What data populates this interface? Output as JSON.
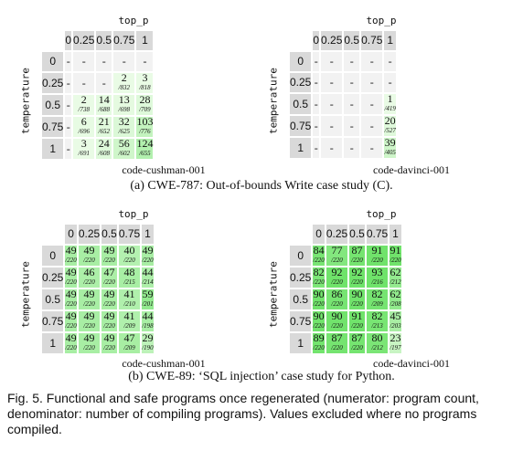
{
  "axis": {
    "top": "top_p",
    "left": "temperature"
  },
  "columns": [
    "0",
    "0.25",
    "0.5",
    "0.75",
    "1"
  ],
  "rows": [
    "0",
    "0.25",
    "0.5",
    "0.75",
    "1"
  ],
  "panels": [
    {
      "model": "code-cushman-001",
      "cells": [
        [
          null,
          null,
          null,
          null,
          null
        ],
        [
          null,
          null,
          null,
          [
            "2",
            "/832"
          ],
          [
            "3",
            "/818"
          ]
        ],
        [
          null,
          [
            "2",
            "/738"
          ],
          [
            "14",
            "/688"
          ],
          [
            "13",
            "/698"
          ],
          [
            "28",
            "/709"
          ]
        ],
        [
          null,
          [
            "6",
            "/696"
          ],
          [
            "21",
            "/652"
          ],
          [
            "32",
            "/625"
          ],
          [
            "103",
            "/776"
          ]
        ],
        [
          null,
          [
            "3",
            "/691"
          ],
          [
            "24",
            "/608"
          ],
          [
            "56",
            "/602"
          ],
          [
            "124",
            "/655"
          ]
        ]
      ]
    },
    {
      "model": "code-davinci-001",
      "cells": [
        [
          null,
          null,
          null,
          null,
          null
        ],
        [
          null,
          null,
          null,
          null,
          null
        ],
        [
          null,
          null,
          null,
          null,
          [
            "1",
            "/419"
          ]
        ],
        [
          null,
          null,
          null,
          null,
          [
            "20",
            "/527"
          ]
        ],
        [
          null,
          null,
          null,
          null,
          [
            "39",
            "/405"
          ]
        ]
      ]
    },
    {
      "model": "code-cushman-001",
      "cells": [
        [
          [
            "49",
            "/220"
          ],
          [
            "49",
            "/220"
          ],
          [
            "49",
            "/220"
          ],
          [
            "40",
            "/220"
          ],
          [
            "49",
            "/220"
          ]
        ],
        [
          [
            "49",
            "/220"
          ],
          [
            "46",
            "/220"
          ],
          [
            "47",
            "/220"
          ],
          [
            "48",
            "/215"
          ],
          [
            "44",
            "/214"
          ]
        ],
        [
          [
            "49",
            "/220"
          ],
          [
            "49",
            "/220"
          ],
          [
            "49",
            "/220"
          ],
          [
            "41",
            "/210"
          ],
          [
            "59",
            "/201"
          ]
        ],
        [
          [
            "49",
            "/220"
          ],
          [
            "49",
            "/220"
          ],
          [
            "49",
            "/220"
          ],
          [
            "41",
            "/209"
          ],
          [
            "44",
            "/198"
          ]
        ],
        [
          [
            "49",
            "/220"
          ],
          [
            "49",
            "/220"
          ],
          [
            "49",
            "/220"
          ],
          [
            "47",
            "/209"
          ],
          [
            "29",
            "/190"
          ]
        ]
      ]
    },
    {
      "model": "code-davinci-001",
      "cells": [
        [
          [
            "84",
            "/220"
          ],
          [
            "77",
            "/220"
          ],
          [
            "87",
            "/220"
          ],
          [
            "91",
            "/220"
          ],
          [
            "91",
            "/220"
          ]
        ],
        [
          [
            "82",
            "/220"
          ],
          [
            "92",
            "/220"
          ],
          [
            "92",
            "/220"
          ],
          [
            "93",
            "/216"
          ],
          [
            "62",
            "/212"
          ]
        ],
        [
          [
            "90",
            "/220"
          ],
          [
            "86",
            "/220"
          ],
          [
            "90",
            "/220"
          ],
          [
            "82",
            "/209"
          ],
          [
            "62",
            "/208"
          ]
        ],
        [
          [
            "90",
            "/220"
          ],
          [
            "90",
            "/220"
          ],
          [
            "91",
            "/220"
          ],
          [
            "82",
            "/213"
          ],
          [
            "45",
            "/203"
          ]
        ],
        [
          [
            "89",
            "/220"
          ],
          [
            "87",
            "/220"
          ],
          [
            "87",
            "/220"
          ],
          [
            "80",
            "/212"
          ],
          [
            "23",
            "/197"
          ]
        ]
      ]
    }
  ],
  "placeholder": "-",
  "colors": {
    "header": "#d9d9d9",
    "empty": "#f2f2f2",
    "low": "#eafbe6",
    "high": "#6fe36a"
  },
  "subcaption_a": "(a) CWE-787: Out-of-bounds Write case study (C).",
  "subcaption_b": "(b) CWE-89: ‘SQL injection’ case study for Python.",
  "figure_caption": "Fig. 5.  Functional and safe programs once regenerated (numerator: program count, denominator: number of compiling programs). Values excluded where no programs compiled."
}
